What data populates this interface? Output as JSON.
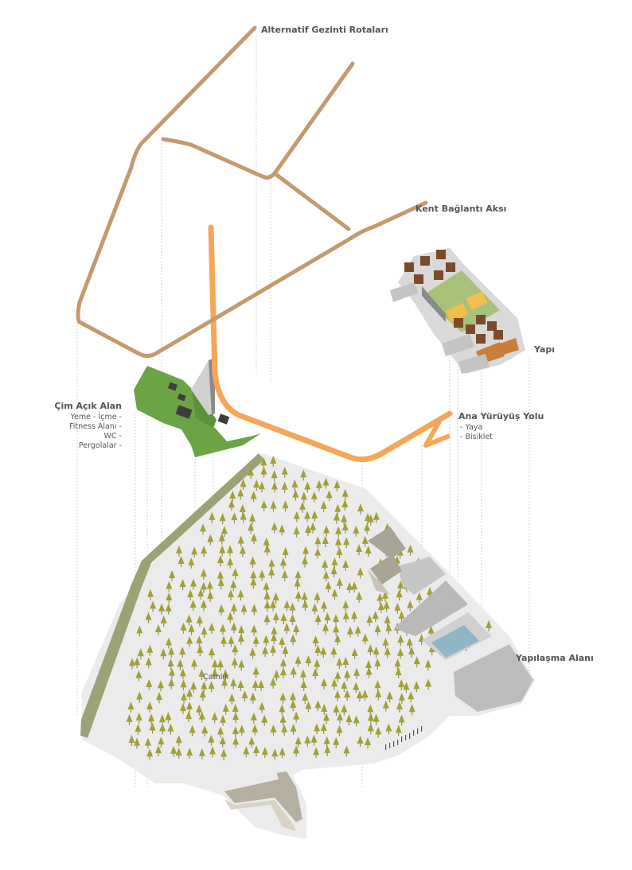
{
  "labels": {
    "alt_routes": "Alternatif Gezinti Rotaları",
    "city_axis": "Kent Bağlantı Aksı",
    "structure": "Yapı",
    "grass": "Çim Açık Alan",
    "grass_items": [
      "Yeme - İçme -",
      "Fitness Alanı -",
      "WC -",
      "Pergolalar -"
    ],
    "walkway": "Ana Yürüyüş Yolu",
    "walkway_items": [
      "- Yaya",
      "- Bisiklet"
    ],
    "build_area": "Yapılaşma Alanı",
    "pine": "Çamlık"
  },
  "colors": {
    "route_brown": "#c39a6e",
    "walkway_orange": "#f5a656",
    "grass_green": "#6aa445",
    "tree_olive": "#a3a034",
    "ground": "#ececec",
    "boundary_green": "#9ca276",
    "building_grey": "#b5b0a2",
    "pool_blue": "#8fb6c4"
  }
}
